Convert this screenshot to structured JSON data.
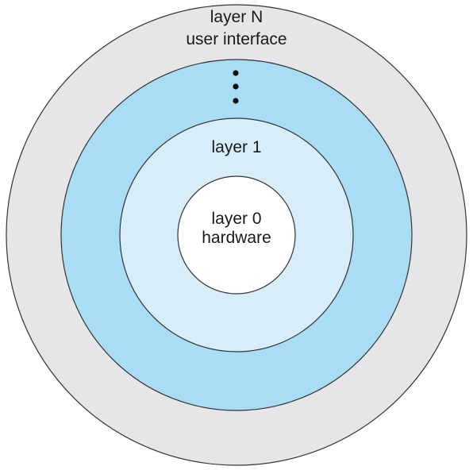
{
  "diagram": {
    "layers": [
      {
        "lines": [
          "layer N",
          "user interface"
        ],
        "color": "#e6e6e8"
      },
      {
        "lines": [],
        "color": "#a9ddf5"
      },
      {
        "lines": [
          "layer 1"
        ],
        "color": "#d7eefa"
      },
      {
        "lines": [
          "layer 0",
          "hardware"
        ],
        "color": "#ffffff"
      }
    ],
    "ellipsis": "⋮",
    "stroke_color": "#333333"
  }
}
